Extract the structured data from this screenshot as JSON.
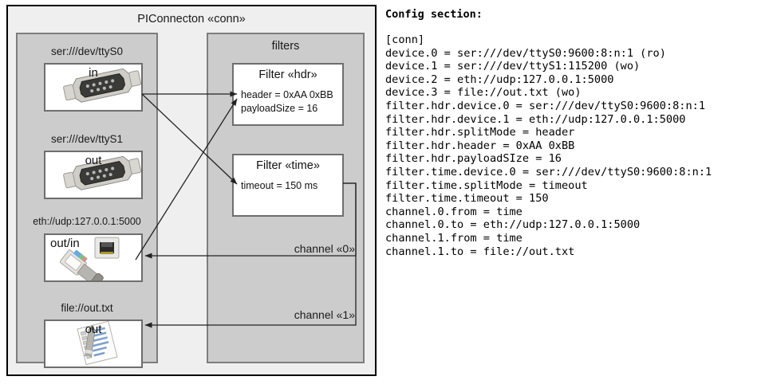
{
  "diagram": {
    "title": "PIConnecton «conn»",
    "devices_group": {
      "title": "",
      "items": [
        {
          "label": "ser:///dev/ttyS0",
          "direction": "in",
          "icon": "serial-port-icon"
        },
        {
          "label": "ser:///dev/ttyS1",
          "direction": "out",
          "icon": "serial-port-icon"
        },
        {
          "label": "eth://udp:127.0.0.1:5000",
          "direction": "out/in",
          "icon": "ethernet-plug-icon"
        },
        {
          "label": "file://out.txt",
          "direction": "out",
          "icon": "text-file-icon"
        }
      ]
    },
    "filters_group": {
      "title": "filters",
      "items": [
        {
          "title": "Filter «hdr»",
          "attrs": [
            "header = 0xAA 0xBB",
            "payloadSize = 16"
          ]
        },
        {
          "title": "Filter «time»",
          "attrs": [
            "timeout = 150 ms"
          ]
        }
      ]
    },
    "channels": [
      {
        "label": "channel «0»"
      },
      {
        "label": "channel «1»"
      }
    ],
    "colors": {
      "frame_bg": "#efefef",
      "frame_border": "#000000",
      "group_bg": "#cccccc",
      "group_border": "#7d7d7d",
      "cell_bg": "#ffffff",
      "cell_border": "#6e6e6e",
      "connector": "#222222"
    }
  },
  "config": {
    "heading": "Config section:",
    "lines": [
      "[conn]",
      "device.0 = ser:///dev/ttyS0:9600:8:n:1 (ro)",
      "device.1 = ser:///dev/ttyS1:115200 (wo)",
      "device.2 = eth://udp:127.0.0.1:5000",
      "device.3 = file://out.txt (wo)",
      "filter.hdr.device.0 = ser:///dev/ttyS0:9600:8:n:1",
      "filter.hdr.device.1 = eth://udp:127.0.0.1:5000",
      "filter.hdr.splitMode = header",
      "filter.hdr.header = 0xAA 0xBB",
      "filter.hdr.payloadSIze = 16",
      "filter.time.device.0 = ser:///dev/ttyS0:9600:8:n:1",
      "filter.time.splitMode = timeout",
      "filter.time.timeout = 150",
      "channel.0.from = time",
      "channel.0.to = eth://udp:127.0.0.1:5000",
      "channel.1.from = time",
      "channel.1.to = file://out.txt"
    ]
  }
}
